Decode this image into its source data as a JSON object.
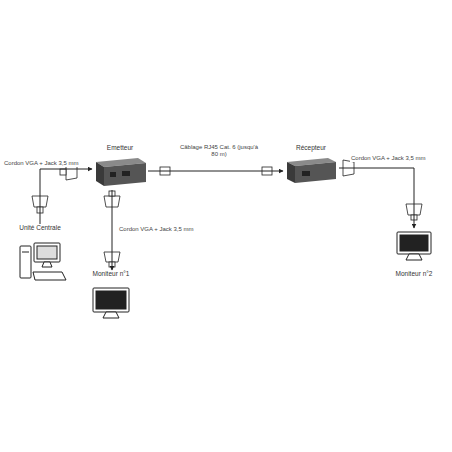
{
  "diagram": {
    "nodes": [
      {
        "text": [
          "Unité Centrale"
        ]
      },
      {
        "text": [
          "Emetteur"
        ]
      },
      {
        "text": [
          "Récepteur"
        ]
      },
      {
        "text": [
          "Moniteur n°1"
        ]
      },
      {
        "text": [
          "Moniteur n°2"
        ]
      }
    ],
    "edges": [
      {
        "from": 0,
        "to": 1,
        "label": "Cordon VGA + Jack 3,5 mm",
        "arrow": "to"
      },
      {
        "from": 1,
        "to": 2,
        "label": "Câblage RJ45 Cat. 6 (jusqu'à 80 m)",
        "arrow": "to"
      },
      {
        "from": 1,
        "to": 3,
        "label": "Cordon VGA + Jack 3,5 mm",
        "arrow": "to"
      },
      {
        "from": 2,
        "to": 4,
        "label": "Cordon VGA + Jack 3,5 mm",
        "arrow": "to"
      }
    ]
  }
}
